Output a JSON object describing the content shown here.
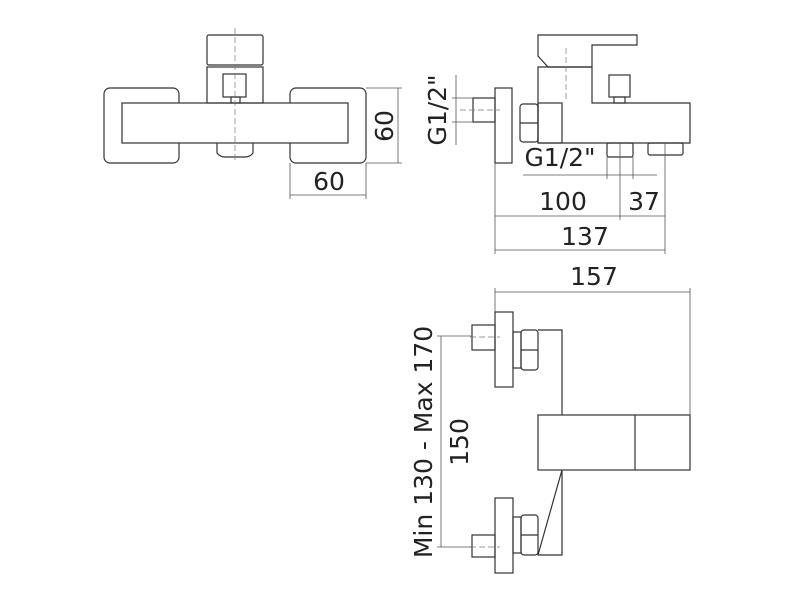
{
  "front_view": {
    "height_label": "60",
    "width_label": "60"
  },
  "side_view": {
    "inlet_thread_label": "G1/2\"",
    "outlet_thread_label": "G1/2\"",
    "outlet_distance_label": "100",
    "spout_distance_label": "37",
    "total_depth_label": "137"
  },
  "top_view": {
    "projection_label": "157",
    "inlet_range_label": "Min 130 - Max 170",
    "inlet_spacing_label": "150"
  }
}
